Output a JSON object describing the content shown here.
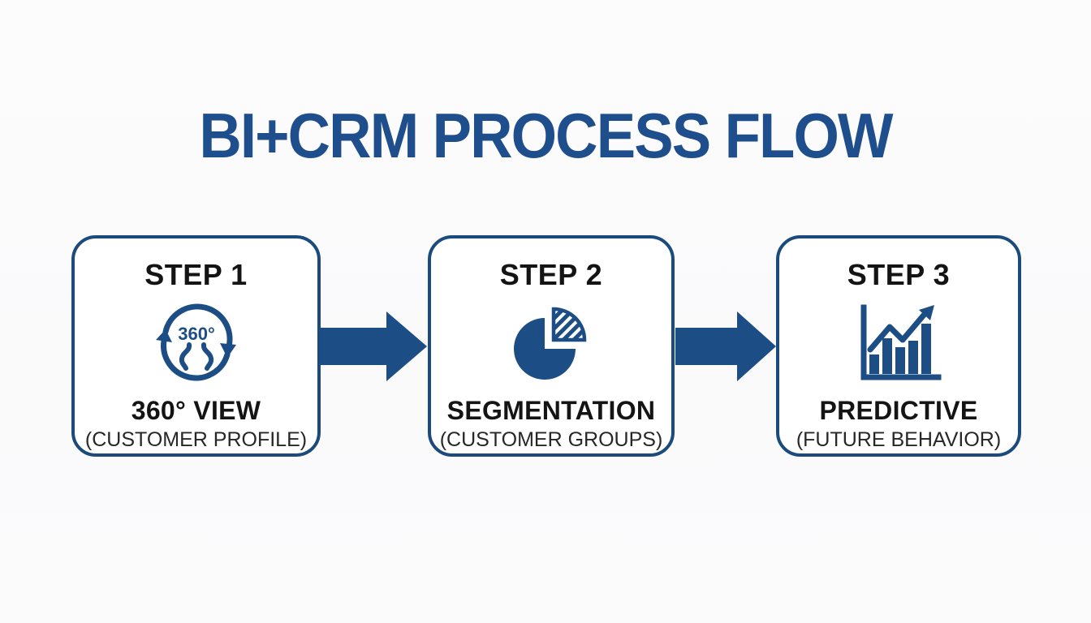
{
  "title": "BI+CRM PROCESS FLOW",
  "steps": [
    {
      "label": "STEP 1",
      "icon": "360-rotation-icon",
      "name": "360° VIEW",
      "subtitle": "(CUSTOMER PROFILE)"
    },
    {
      "label": "STEP 2",
      "icon": "pie-chart-icon",
      "name": "SEGMENTATION",
      "subtitle": "(CUSTOMER GROUPS)"
    },
    {
      "label": "STEP 3",
      "icon": "bar-chart-trend-icon",
      "name": "PREDICTIVE",
      "subtitle": "(FUTURE BEHAVIOR)"
    }
  ],
  "icons": {
    "rotation_label": "360°",
    "connector": "right-arrow-icon"
  },
  "colors": {
    "title_blue": "#1e4e8c",
    "border_blue": "#1b4a7c",
    "icon_blue": "#1d4d85",
    "text_black": "#141414",
    "subtitle_gray": "#272727",
    "background": "#fcfcfd",
    "box_background": "#ffffff"
  }
}
